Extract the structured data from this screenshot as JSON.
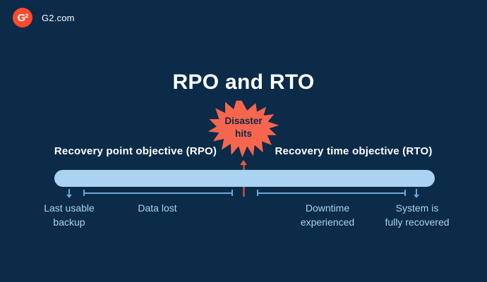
{
  "colors": {
    "background": "#0b2b49",
    "bar": "#a9d3f0",
    "burst": "#f6654e",
    "logo_red": "#ff492c",
    "arrow_red": "#c75642",
    "line_blue": "#6aa8da",
    "label_blue": "#a9d3f0",
    "text_white": "#ffffff"
  },
  "header": {
    "logo_glyph": "G²",
    "brand": "G2.com"
  },
  "title": "RPO and RTO",
  "diagram": {
    "burst_label": "Disaster\nhits",
    "rpo_label": "Recovery point objective (RPO)",
    "rto_label": "Recovery time objective (RTO)",
    "annotations": [
      {
        "id": "last-usable-backup",
        "label": "Last usable\nbackup"
      },
      {
        "id": "data-lost",
        "label": "Data lost"
      },
      {
        "id": "downtime-experienced",
        "label": "Downtime\nexperienced"
      },
      {
        "id": "system-fully-recovered",
        "label": "System is\nfully recovered"
      }
    ]
  }
}
